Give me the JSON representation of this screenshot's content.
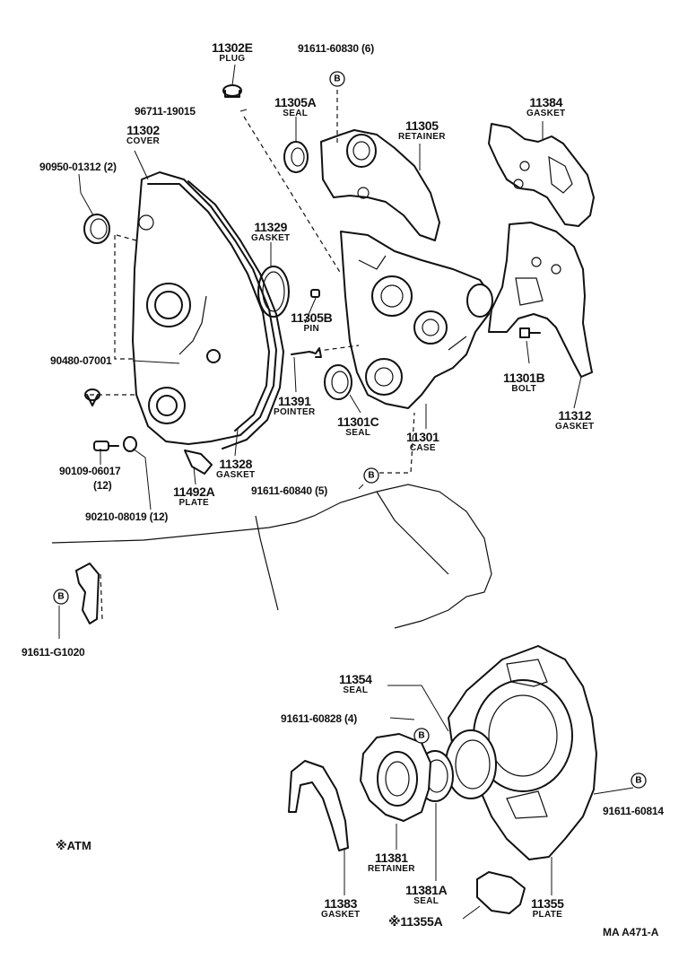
{
  "parts": {
    "p11302E": {
      "num": "11302E",
      "name": "PLUG"
    },
    "p11302": {
      "num": "11302",
      "name": "COVER"
    },
    "p11305A": {
      "num": "11305A",
      "name": "SEAL"
    },
    "p11305": {
      "num": "11305",
      "name": "RETAINER"
    },
    "p11384": {
      "num": "11384",
      "name": "GASKET"
    },
    "p11329": {
      "num": "11329",
      "name": "GASKET"
    },
    "p11305B": {
      "num": "11305B",
      "name": "PIN"
    },
    "p11391": {
      "num": "11391",
      "name": "POINTER"
    },
    "p11301C": {
      "num": "11301C",
      "name": "SEAL"
    },
    "p11301": {
      "num": "11301",
      "name": "CASE"
    },
    "p11301B": {
      "num": "11301B",
      "name": "BOLT"
    },
    "p11312": {
      "num": "11312",
      "name": "GASKET"
    },
    "p11328": {
      "num": "11328",
      "name": "GASKET"
    },
    "p11492A": {
      "num": "11492A",
      "name": "PLATE"
    },
    "p11354": {
      "num": "11354",
      "name": "SEAL"
    },
    "p11381": {
      "num": "11381",
      "name": "RETAINER"
    },
    "p11381A": {
      "num": "11381A",
      "name": "SEAL"
    },
    "p11383": {
      "num": "11383",
      "name": "GASKET"
    },
    "p11355": {
      "num": "11355",
      "name": "PLATE"
    }
  },
  "numbers": {
    "n91611_60830": "91611-60830 (6)",
    "n96711_19015": "96711-19015",
    "n90950_01312": "90950-01312 (2)",
    "n90480_07001": "90480-07001",
    "n90109_06017": "90109-06017",
    "n90109_qty": "(12)",
    "n90210_08019": "90210-08019 (12)",
    "n91611_60840": "91611-60840 (5)",
    "n91611_G1020": "91611-G1020",
    "n91611_60828": "91611-60828 (4)",
    "n91611_60814": "91611-60814",
    "n11355A": "※11355A"
  },
  "bolt_marker": "B",
  "legend": "※ATM",
  "ref_code": "MA  A471-A"
}
